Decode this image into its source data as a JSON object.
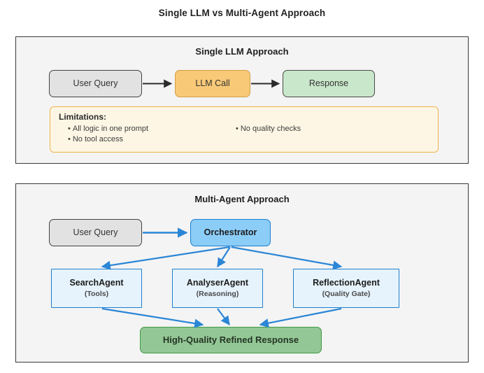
{
  "figure": {
    "title": "Single LLM vs Multi-Agent Approach"
  },
  "colors": {
    "canvas": "#ffffff",
    "panel_fill": "#f4f4f4",
    "panel_border": "#3a3a3a",
    "grey_fill": "#e2e2e2",
    "grey_border": "#424242",
    "orange_fill": "#f8c977",
    "orange_border": "#d2a048",
    "green_light_fill": "#c9e7ca",
    "green_strong_fill": "#93c795",
    "green_strong_border": "#3f9a44",
    "blue_strong_fill": "#8ccdf7",
    "blue_border": "#1c7fd1",
    "blue_pale_fill": "#e6f3fc",
    "limitations_fill": "#fdf6e4",
    "limitations_border": "#eeb44f",
    "arrow_black": "#2b2b2b",
    "arrow_blue": "#1c7fd1"
  },
  "single_panel": {
    "title": "Single LLM Approach",
    "nodes": {
      "user_query": "User Query",
      "llm_call": "LLM Call",
      "response": "Response"
    },
    "limitations": {
      "heading": "Limitations:",
      "bullet": "•",
      "column_left": [
        "All logic in one prompt",
        "No tool access"
      ],
      "column_right": [
        "No quality checks"
      ]
    }
  },
  "multi_panel": {
    "title": "Multi-Agent Approach",
    "nodes": {
      "user_query": "User Query",
      "orchestrator": "Orchestrator",
      "search_agent": {
        "name": "SearchAgent",
        "role": "(Tools)"
      },
      "analyser_agent": {
        "name": "AnalyserAgent",
        "role": "(Reasoning)"
      },
      "reflection_agent": {
        "name": "ReflectionAgent",
        "role": "(Quality Gate)"
      },
      "final_response": "High-Quality Refined Response"
    }
  }
}
